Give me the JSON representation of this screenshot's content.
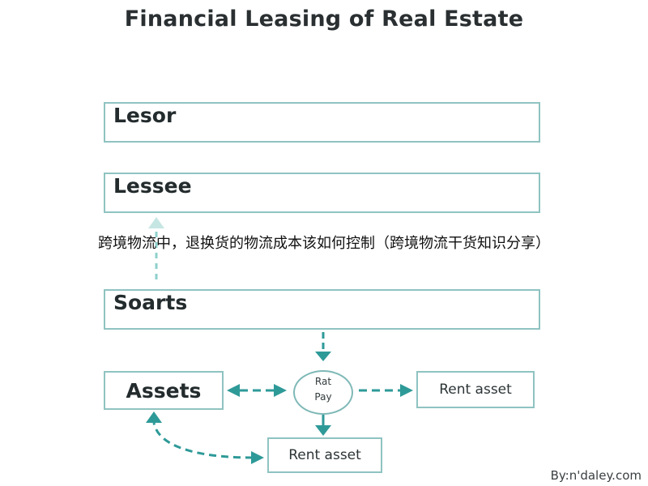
{
  "title": "Financial Leasing of Real Estate",
  "boxes": {
    "lesor": "Lesor",
    "lessee": "Lessee",
    "soarts": "Soarts",
    "assets": "Assets",
    "rent_asset_right": "Rent asset",
    "rent_asset_bottom": "Rent asset"
  },
  "circle": {
    "line1": "Rat",
    "line2": "Pay"
  },
  "overlay_caption": "跨境物流中，退换货的物流成本该如何控制（跨境物流干货知识分享）",
  "watermark": "By:n'daley.com",
  "colors": {
    "box_border": "#8fc3c1",
    "arrow": "#2e9a98",
    "arrow_light": "#8fd0cc",
    "text": "#232b2d"
  }
}
